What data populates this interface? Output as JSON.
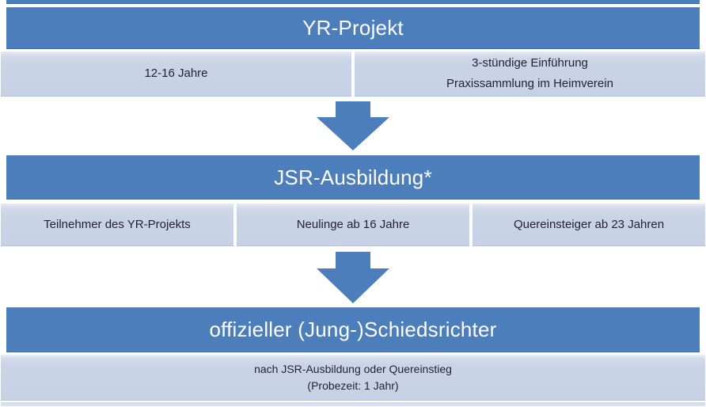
{
  "colors": {
    "header_blue": "#4d7ebc",
    "header_blue_dark": "#3f6ba5",
    "cell_light": "#cbd4e7",
    "cell_light_top": "#e9edf6",
    "cell_border": "#b7c3da",
    "header_text": "#ffffff",
    "cell_text": "#222433",
    "page_bg": "#ffffff"
  },
  "icons": {
    "down_arrow": "down-arrow-icon"
  },
  "sections": [
    {
      "title": "YR-Projekt",
      "cells": [
        {
          "lines": [
            "12-16 Jahre"
          ]
        },
        {
          "lines": [
            "3-stündige Einführung",
            "Praxissammlung im Heimverein"
          ]
        }
      ]
    },
    {
      "title": "JSR-Ausbildung*",
      "cells": [
        {
          "lines": [
            "Teilnehmer des YR-Projekts"
          ]
        },
        {
          "lines": [
            "Neulinge ab 16 Jahre"
          ]
        },
        {
          "lines": [
            "Quereinsteiger ab 23 Jahren"
          ]
        }
      ]
    },
    {
      "title": "offizieller (Jung-)Schiedsrichter",
      "cells": [
        {
          "lines": [
            "nach JSR-Ausbildung oder Quereinstieg",
            "(Probezeit: 1 Jahr)"
          ]
        }
      ]
    }
  ]
}
